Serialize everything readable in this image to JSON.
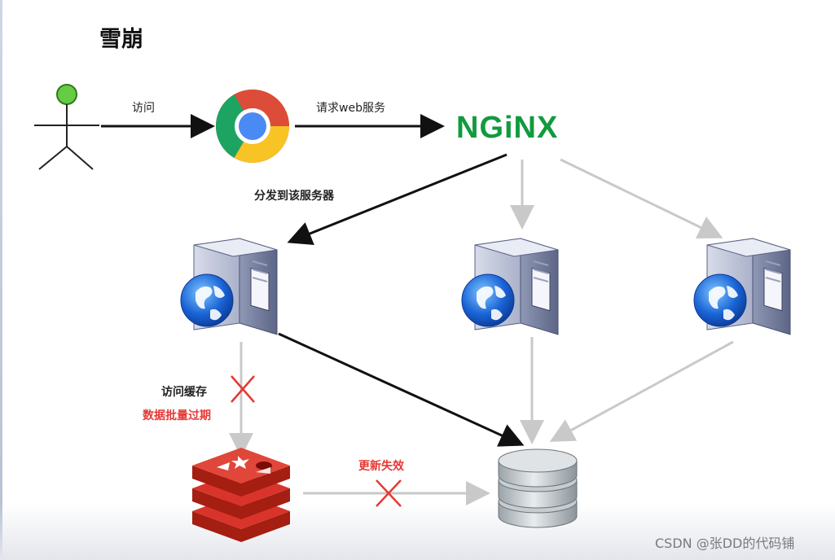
{
  "title": "雪崩",
  "labels": {
    "visit": "访问",
    "request_web": "请求web服务",
    "dispatch": "分发到该服务器",
    "visit_cache": "访问缓存",
    "batch_expire": "数据批量过期",
    "update_fail": "更新失效"
  },
  "nginx_logo": "NGiNX",
  "watermark": "CSDN @张DD的代码铺",
  "colors": {
    "arrow_active": "#111111",
    "arrow_inactive": "#c9c9c9",
    "cross": "#e53935",
    "nginx": "#119a3e",
    "redis": "#d9342b",
    "user_head": "#66cc44"
  },
  "icons": [
    "user-icon",
    "chrome-icon",
    "nginx-logo",
    "server-icon",
    "redis-icon",
    "database-icon"
  ]
}
